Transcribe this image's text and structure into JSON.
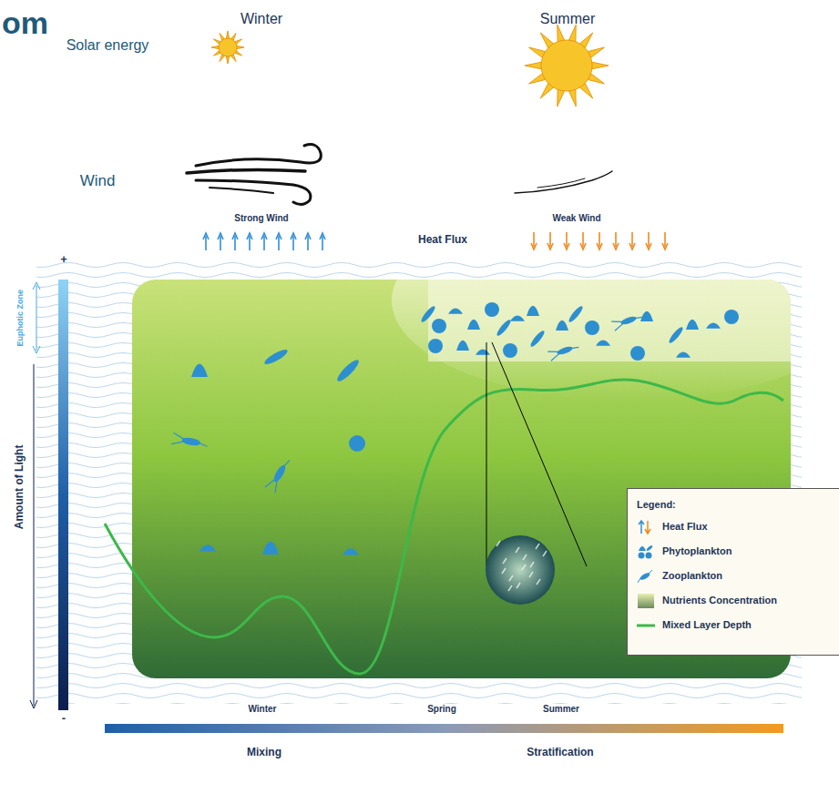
{
  "diagram": {
    "title": "om",
    "labels": [
      "Winter",
      "Summer",
      "Solar energy",
      "Wind",
      "Strong Wind",
      "Weak Wind",
      "Heat Flux",
      "Euphotic Zone",
      "Amount of Light",
      "+",
      "-",
      "Legend:",
      "Winter",
      "Spring",
      "Summer",
      "Mixing",
      "Stratification"
    ],
    "legend": [
      {
        "text": "Heat Flux"
      },
      {
        "text": "Phytoplankton"
      },
      {
        "text": "Zooplankton"
      },
      {
        "text": "Nutrients Concentration"
      },
      {
        "text": "Mixed Layer Depth"
      }
    ]
  }
}
